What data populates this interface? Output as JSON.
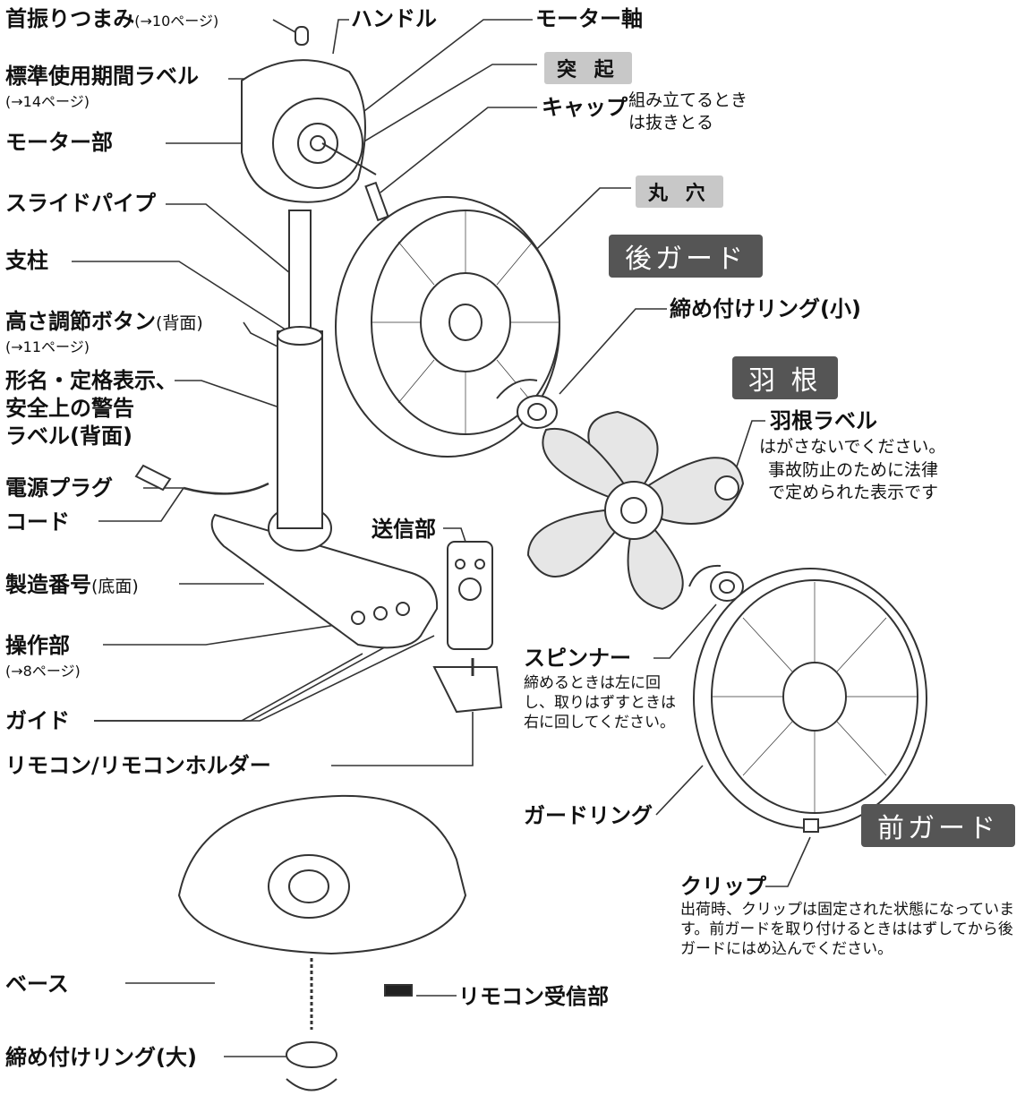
{
  "labels": {
    "oscillation_knob": "首振りつまみ",
    "oscillation_knob_ref": "(→10ページ)",
    "handle": "ハンドル",
    "motor_shaft": "モーター軸",
    "protrusion": "突 起",
    "standard_label": "標準使用期間ラベル",
    "standard_label_ref": "(→14ページ)",
    "cap": "キャップ",
    "cap_note_1": "組み立てるとき",
    "cap_note_2": "は抜きとる",
    "motor_unit": "モーター部",
    "round_hole": "丸 穴",
    "slide_pipe": "スライドパイプ",
    "rear_guard": "後ガード",
    "pole": "支柱",
    "ring_small": "締め付けリング(小)",
    "height_button": "高さ調節ボタン",
    "height_button_back": "(背面)",
    "height_button_ref": "(→11ページ)",
    "blade": "羽 根",
    "rating_label_1": "形名・定格表示、",
    "rating_label_2": "安全上の警告",
    "rating_label_3": "ラベル(背面)",
    "blade_label": "羽根ラベル",
    "blade_label_note_1": "はがさないでください。",
    "blade_label_note_2": "事故防止のために法律",
    "blade_label_note_3": "で定められた表示です",
    "power_plug": "電源プラグ",
    "cord": "コード",
    "transmitter": "送信部",
    "serial_number": "製造番号",
    "serial_number_loc": "(底面)",
    "control_panel": "操作部",
    "control_panel_ref": "(→8ページ)",
    "spinner": "スピンナー",
    "spinner_note": "締めるときは左に回し、取りはずすときは右に回してください。",
    "guide": "ガイド",
    "remote": "リモコン/リモコンホルダー",
    "guard_ring": "ガードリング",
    "front_guard": "前ガード",
    "clip": "クリップ",
    "clip_note": "出荷時、クリップは固定された状態になっています。前ガードを取り付けるときははずしてから後ガードにはめ込んでください。",
    "base": "ベース",
    "remote_receiver": "リモコン受信部",
    "ring_large": "締め付けリング(大)"
  },
  "colors": {
    "label_box_light": "#c8c8c8",
    "label_box_dark": "#555555",
    "line": "#333333",
    "blade_fill": "#e6e6e6"
  }
}
